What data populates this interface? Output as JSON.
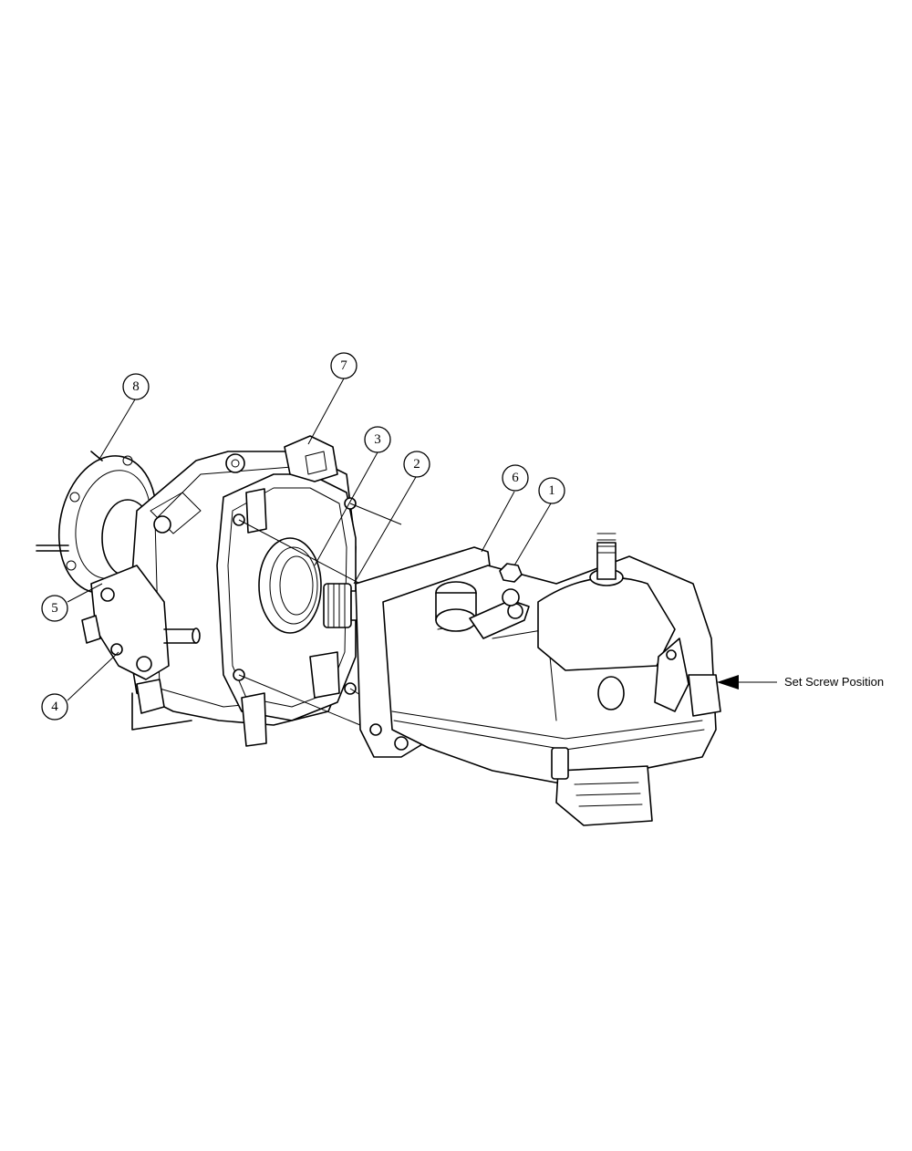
{
  "callouts": [
    {
      "id": "1",
      "label": "1"
    },
    {
      "id": "2",
      "label": "2"
    },
    {
      "id": "3",
      "label": "3"
    },
    {
      "id": "4",
      "label": "4"
    },
    {
      "id": "5",
      "label": "5"
    },
    {
      "id": "6",
      "label": "6"
    },
    {
      "id": "7",
      "label": "7"
    },
    {
      "id": "8",
      "label": "8"
    }
  ],
  "note": {
    "text": "Set Screw Position"
  }
}
